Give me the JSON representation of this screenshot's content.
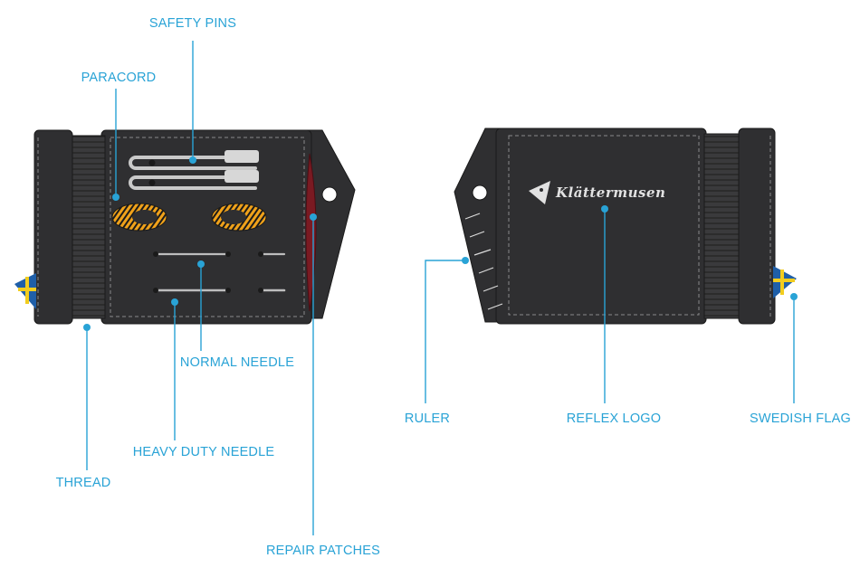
{
  "labels": {
    "safety_pins": "SAFETY PINS",
    "paracord": "PARACORD",
    "normal_needle": "NORMAL NEEDLE",
    "heavy_duty_needle": "HEAVY DUTY NEEDLE",
    "thread": "THREAD",
    "repair_patches": "REPAIR PATCHES",
    "ruler": "RULER",
    "reflex_logo": "REFLEX LOGO",
    "swedish_flag": "SWEDISH FLAG"
  },
  "brand": {
    "logo_text": "Klättermusen",
    "logo_icon": "mouse-triangle-icon"
  },
  "colors": {
    "callout": "#29a3d6",
    "case_body": "#2f2f31",
    "repair_patch": "#7a1a22",
    "paracord_orange": "#f0a21a",
    "flag_blue": "#1f5fa8",
    "flag_yellow": "#f2cd1e"
  },
  "icons": {
    "safety_pin": "safety-pin-icon",
    "needle": "needle-icon",
    "paracord": "paracord-bundle-icon",
    "flag": "swedish-flag-icon"
  }
}
